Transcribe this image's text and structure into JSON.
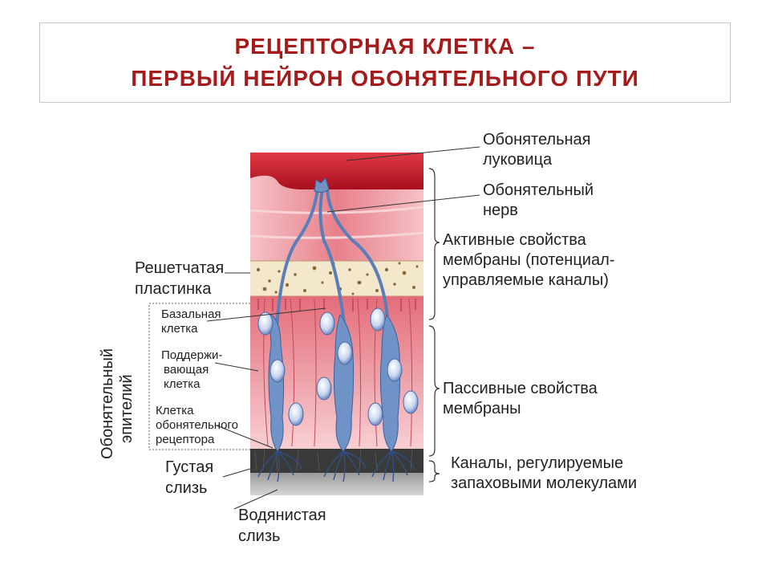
{
  "title": {
    "line1": "РЕЦЕПТОРНАЯ КЛЕТКА –",
    "line2": "ПЕРВЫЙ НЕЙРОН ОБОНЯТЕЛЬНОГО ПУТИ"
  },
  "labels": {
    "bulb_1": "Обонятельная",
    "bulb_2": "луковица",
    "nerve_1": "Обонятельный",
    "nerve_2": "нерв",
    "active_1": "Активные свойства",
    "active_2": "мембраны (потенциал-",
    "active_3": "управляемые каналы)",
    "plate_1": "Решетчатая",
    "plate_2": "пластинка",
    "basal_1": "Базальная",
    "basal_2": "клетка",
    "support_1": "Поддержи-",
    "support_2": "вающая",
    "support_3": "клетка",
    "receptor_1": "Клетка",
    "receptor_2": "обонятельного",
    "receptor_3": "рецептора",
    "epithelium_1": "Обонятельный",
    "epithelium_2": "эпителий",
    "passive_1": "Пассивные свойства",
    "passive_2": "мембраны",
    "thick_1": "Густая",
    "thick_2": "слизь",
    "channels_1": "Каналы, регулируемые",
    "channels_2": "запаховыми молекулами",
    "watery_1": "Водянистая",
    "watery_2": "слизь"
  },
  "colors": {
    "title": "#a51a1a",
    "bulb": "#c1121f",
    "tissue": "#e9848f",
    "tissue_light": "#f3b8bf",
    "neuron": "#6f93c7",
    "bone": "#f4ead4",
    "mucus": "#b8b8b8"
  }
}
